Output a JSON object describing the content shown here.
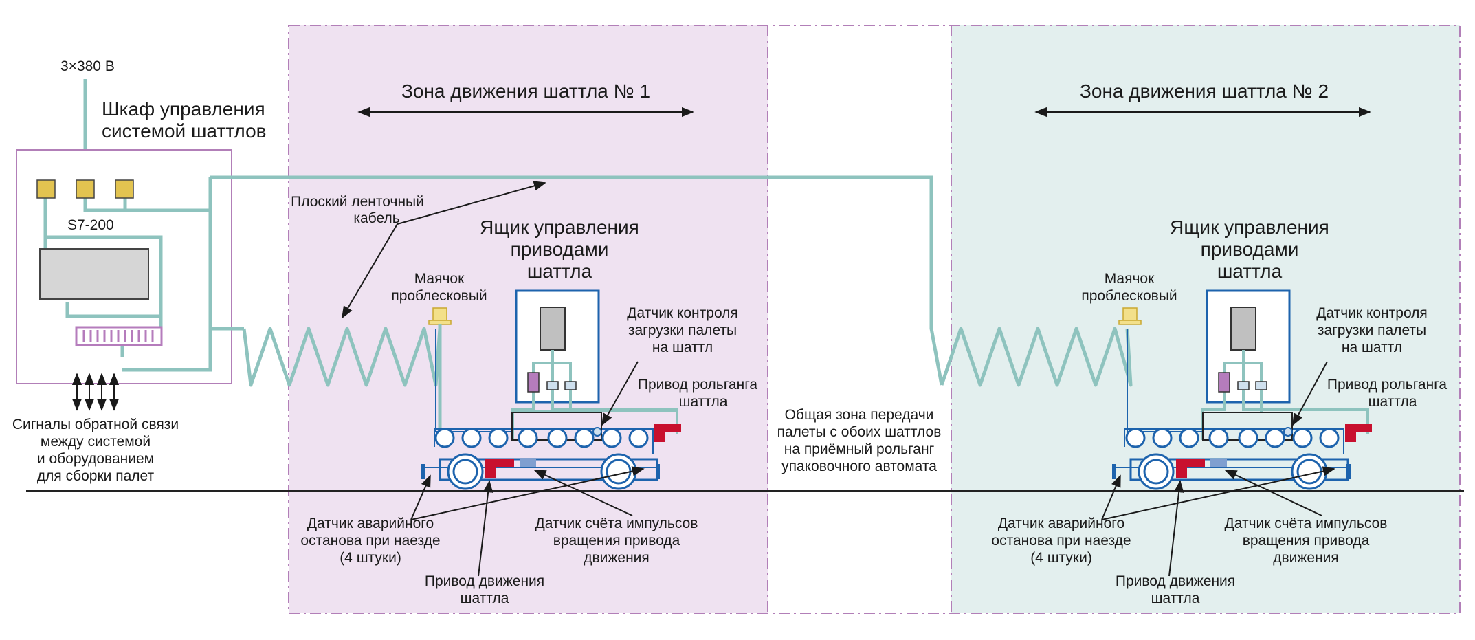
{
  "colors": {
    "cable": "#8ec3be",
    "zone1_fill": "#efe2f1",
    "zone2_fill": "#e3efee",
    "border_dash": "#b27fb8",
    "cabinet_border": "#b27fb8",
    "terminal": "#b57cbc",
    "breaker": "#e2c350",
    "plc": "#d6d6d6",
    "shuttle_blue": "#1d63ad",
    "drive_red": "#c8102e",
    "beacon": "#f3e08a",
    "ground": "#222222"
  },
  "power": {
    "label": "3×380 В"
  },
  "cabinet": {
    "title": [
      "Шкаф управления",
      "системой шаттлов"
    ],
    "plc_label": "S7-200"
  },
  "feedback": {
    "lines": [
      "Сигналы обратной связи",
      "между системой",
      "и оборудованием",
      "для сборки палет"
    ]
  },
  "flat_cable": {
    "lines": [
      "Плоский ленточный",
      "кабель"
    ]
  },
  "zone1": {
    "title": "Зона движения шаттла № 1",
    "control_box": [
      "Ящик управления",
      "приводами",
      "шаттла"
    ],
    "beacon": [
      "Маячок",
      "проблесковый"
    ],
    "load_sensor": [
      "Датчик контроля",
      "загрузки палеты",
      "на шаттл"
    ],
    "roller_drive": [
      "Привод рольганга",
      "шаттла"
    ],
    "emergency": [
      "Датчик аварийного",
      "останова при наезде",
      "(4 штуки)"
    ],
    "pulse_sensor": [
      "Датчик счёта импульсов",
      "вращения привода",
      "движения"
    ],
    "motion_drive": [
      "Привод движения",
      "шаттла"
    ]
  },
  "transfer_zone": {
    "lines": [
      "Общая зона передачи",
      "палеты с обоих шаттлов",
      "на приёмный рольганг",
      "упаковочного автомата"
    ]
  },
  "zone2": {
    "title": "Зона движения шаттла № 2",
    "control_box": [
      "Ящик управления",
      "приводами",
      "шаттла"
    ],
    "beacon": [
      "Маячок",
      "проблесковый"
    ],
    "load_sensor": [
      "Датчик контроля",
      "загрузки палеты",
      "на шаттл"
    ],
    "roller_drive": [
      "Привод рольганга",
      "шаттла"
    ],
    "emergency": [
      "Датчик аварийного",
      "останова при наезде",
      "(4 штуки)"
    ],
    "pulse_sensor": [
      "Датчик счёта импульсов",
      "вращения привода",
      "движения"
    ],
    "motion_drive": [
      "Привод движения",
      "шаттла"
    ]
  }
}
